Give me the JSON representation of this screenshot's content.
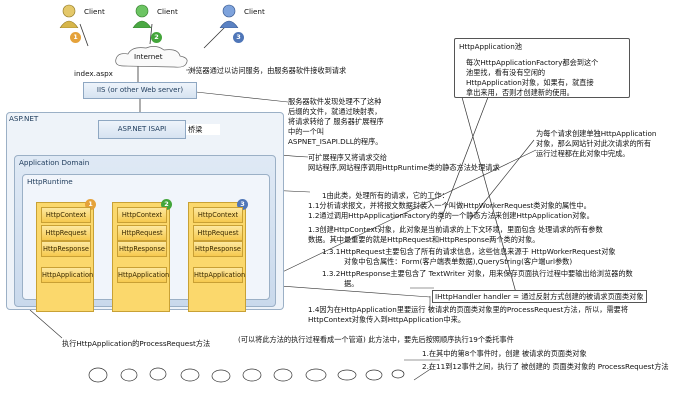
{
  "clients": {
    "label": "Client",
    "numbers": [
      "1",
      "2",
      "3"
    ]
  },
  "internet": "Internet",
  "index_label": "index.aspx",
  "iis_box": "IIS (or other Web server)",
  "aspnet_label": "ASP.NET",
  "isapi_box": "ASP.NET ISAPI",
  "bridge_label": "桥梁",
  "app_domain_label": "Application Domain",
  "httpruntime_label": "HttpRuntime",
  "columns": [
    {
      "number": "1",
      "cells": [
        "HttpContext",
        "HttpRequest",
        "HttpResponse",
        "HttpApplication"
      ]
    },
    {
      "number": "2",
      "cells": [
        "HttpContext",
        "HttpRequest",
        "HttpResponse",
        "HttpApplication"
      ]
    },
    {
      "number": "3",
      "cells": [
        "HttpContext",
        "HttpRequest",
        "HttpResponse",
        "HttpApplication"
      ]
    }
  ],
  "notes": {
    "browser": "浏览器通过以访问服务，由服务器软件接收到请求",
    "server_lines": [
      "服务器软件发现处理不了这种",
      "后缀的文件，就通过映射表，",
      "将请求转给了 服务器扩展程序",
      "中的一个叫",
      "ASPNET_ISAPI.DLL的程序。"
    ],
    "extension_lines": [
      "可扩展程序又将请求交给",
      "网站程序,网站程序调用HttpRuntime类的静态方法处理请求"
    ],
    "pool_title": "HttpApplication池",
    "pool_lines": [
      "每次HttpApplicationFactory都会到这个",
      "池里找，看有没有空闲的",
      "HttpApplication对象，如果有，就直接",
      "拿出来用，否则才创建新的使用。"
    ],
    "each_lines": [
      "为每个请求创建单独HttpApplication",
      "对象，那么网站针对此次请求的所有",
      "运行过程都在此对象中完成。"
    ],
    "steps": [
      "1由此类，处理所有的请求，它的工作：",
      "1.1分析请求报文，并将报文数据封装入一个叫做HttpWorkerRequest类对象的属性中。",
      "1.2通过调用HttpApplicationFactory的类的一个静态方法来创建HttpApplication对象。",
      "1.3创建HttpContext对象，此对象是当前请求的上下文环境，里面包含 处理请求的所有参数",
      "数据。其中最重要的就是HttpRequest和HttpResponse两个类的对象。",
      "1.3.1HttpRequest主要包含了所有的请求信息，这些信息来源于 HttpWorkerRequest对象",
      "对象中包含属性：Form(客户端表单数据),QueryString(客户端url参数)",
      "1.3.2HttpResponse主要包含了 TextWriter 对象，用来保存页面执行过程中要输出给浏览器的数",
      "据。"
    ],
    "handler": "IHttpHandler handler = 通过反射方式创建的被请求页面类对象",
    "step14_lines": [
      "1.4因为在HttpApplication里要运行 被请求的页面类对象里的ProcessRequest方法，所以，需要将",
      "HttpContext对象传入到HttpApplication中来。"
    ],
    "process_request": "执行HttpApplication的ProcessRequest方法",
    "events_intro": "(可以将此方法的执行过程看成一个管道) 此方法中，要先后按照顺序执行19个委托事件",
    "event_lines": [
      "1.在其中的第8个事件时，创建 被请求的页面类对象",
      "2.在11到12事件之间，执行了 被创建的 页面类对象的 ProcessRequest方法"
    ]
  }
}
